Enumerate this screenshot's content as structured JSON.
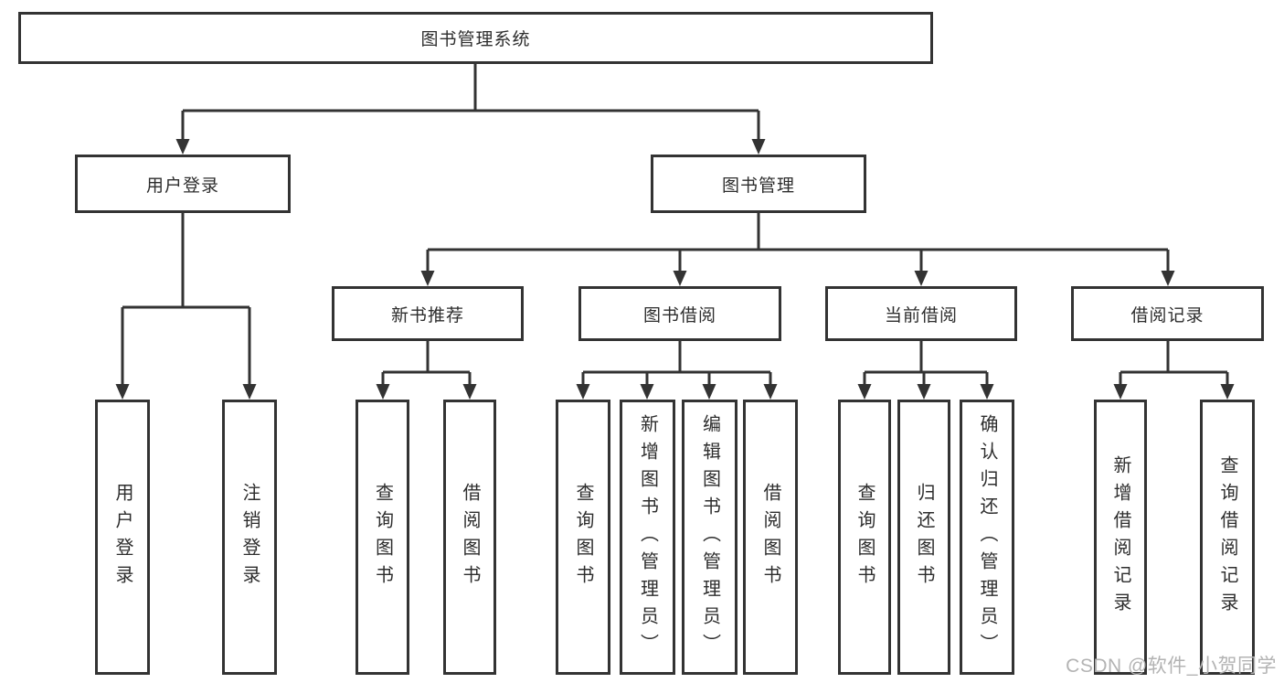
{
  "diagram": {
    "root": "图书管理系统",
    "user_login_branch": {
      "label": "用户登录",
      "children": [
        "用户登录",
        "注销登录"
      ]
    },
    "book_mgmt_branch": {
      "label": "图书管理",
      "sections": [
        {
          "label": "新书推荐",
          "children": [
            "查询图书",
            "借阅图书"
          ]
        },
        {
          "label": "图书借阅",
          "children": [
            "查询图书",
            "新增图书（管理员）",
            "编辑图书（管理员）",
            "借阅图书"
          ]
        },
        {
          "label": "当前借阅",
          "children": [
            "查询图书",
            "归还图书",
            "确认归还（管理员）"
          ]
        },
        {
          "label": "借阅记录",
          "children": [
            "新增借阅记录",
            "查询借阅记录"
          ]
        }
      ]
    }
  },
  "colors": {
    "line": "#333333",
    "box_border": "#333333",
    "box_fill": "#ffffff",
    "watermark": "#b3b3b3"
  },
  "watermark": {
    "text": "CSDN @软件_小贺同学"
  }
}
